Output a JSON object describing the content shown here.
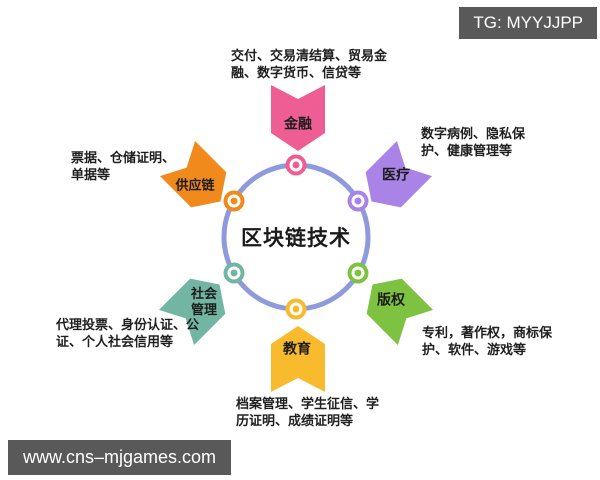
{
  "badges": {
    "telegram": "TG: MYYJJPP",
    "website": "www.cns–mjgames.com",
    "badge_bg": "#595959"
  },
  "diagram": {
    "title": "区块链技术",
    "circle_color": "#8E9ADB",
    "branches": [
      {
        "id": "finance",
        "label": "金融",
        "color": "#EE5E95",
        "desc_lines": [
          "交付、交易清结算、贸易金",
          "融、数字货币、信贷等"
        ]
      },
      {
        "id": "medical",
        "label": "医疗",
        "color": "#A983E6",
        "desc_lines": [
          "数字病例、隐私保",
          "护、健康管理等"
        ]
      },
      {
        "id": "copyright",
        "label": "版权",
        "color": "#7DC241",
        "desc_lines": [
          "专利，著作权，商标保",
          "护、软件、游戏等"
        ]
      },
      {
        "id": "education",
        "label": "教育",
        "color": "#F8BB2D",
        "desc_lines": [
          "档案管理、学生征信、学",
          "历证明、成绩证明等"
        ]
      },
      {
        "id": "social",
        "label": "社会管理",
        "color": "#72B5A2",
        "desc_lines": [
          "代理投票、身份认证、公",
          "证、个人社会信用等"
        ]
      },
      {
        "id": "supply",
        "label": "供应链",
        "color": "#F08A1D",
        "desc_lines": [
          "票据、仓储证明、",
          "单据等"
        ]
      }
    ]
  }
}
